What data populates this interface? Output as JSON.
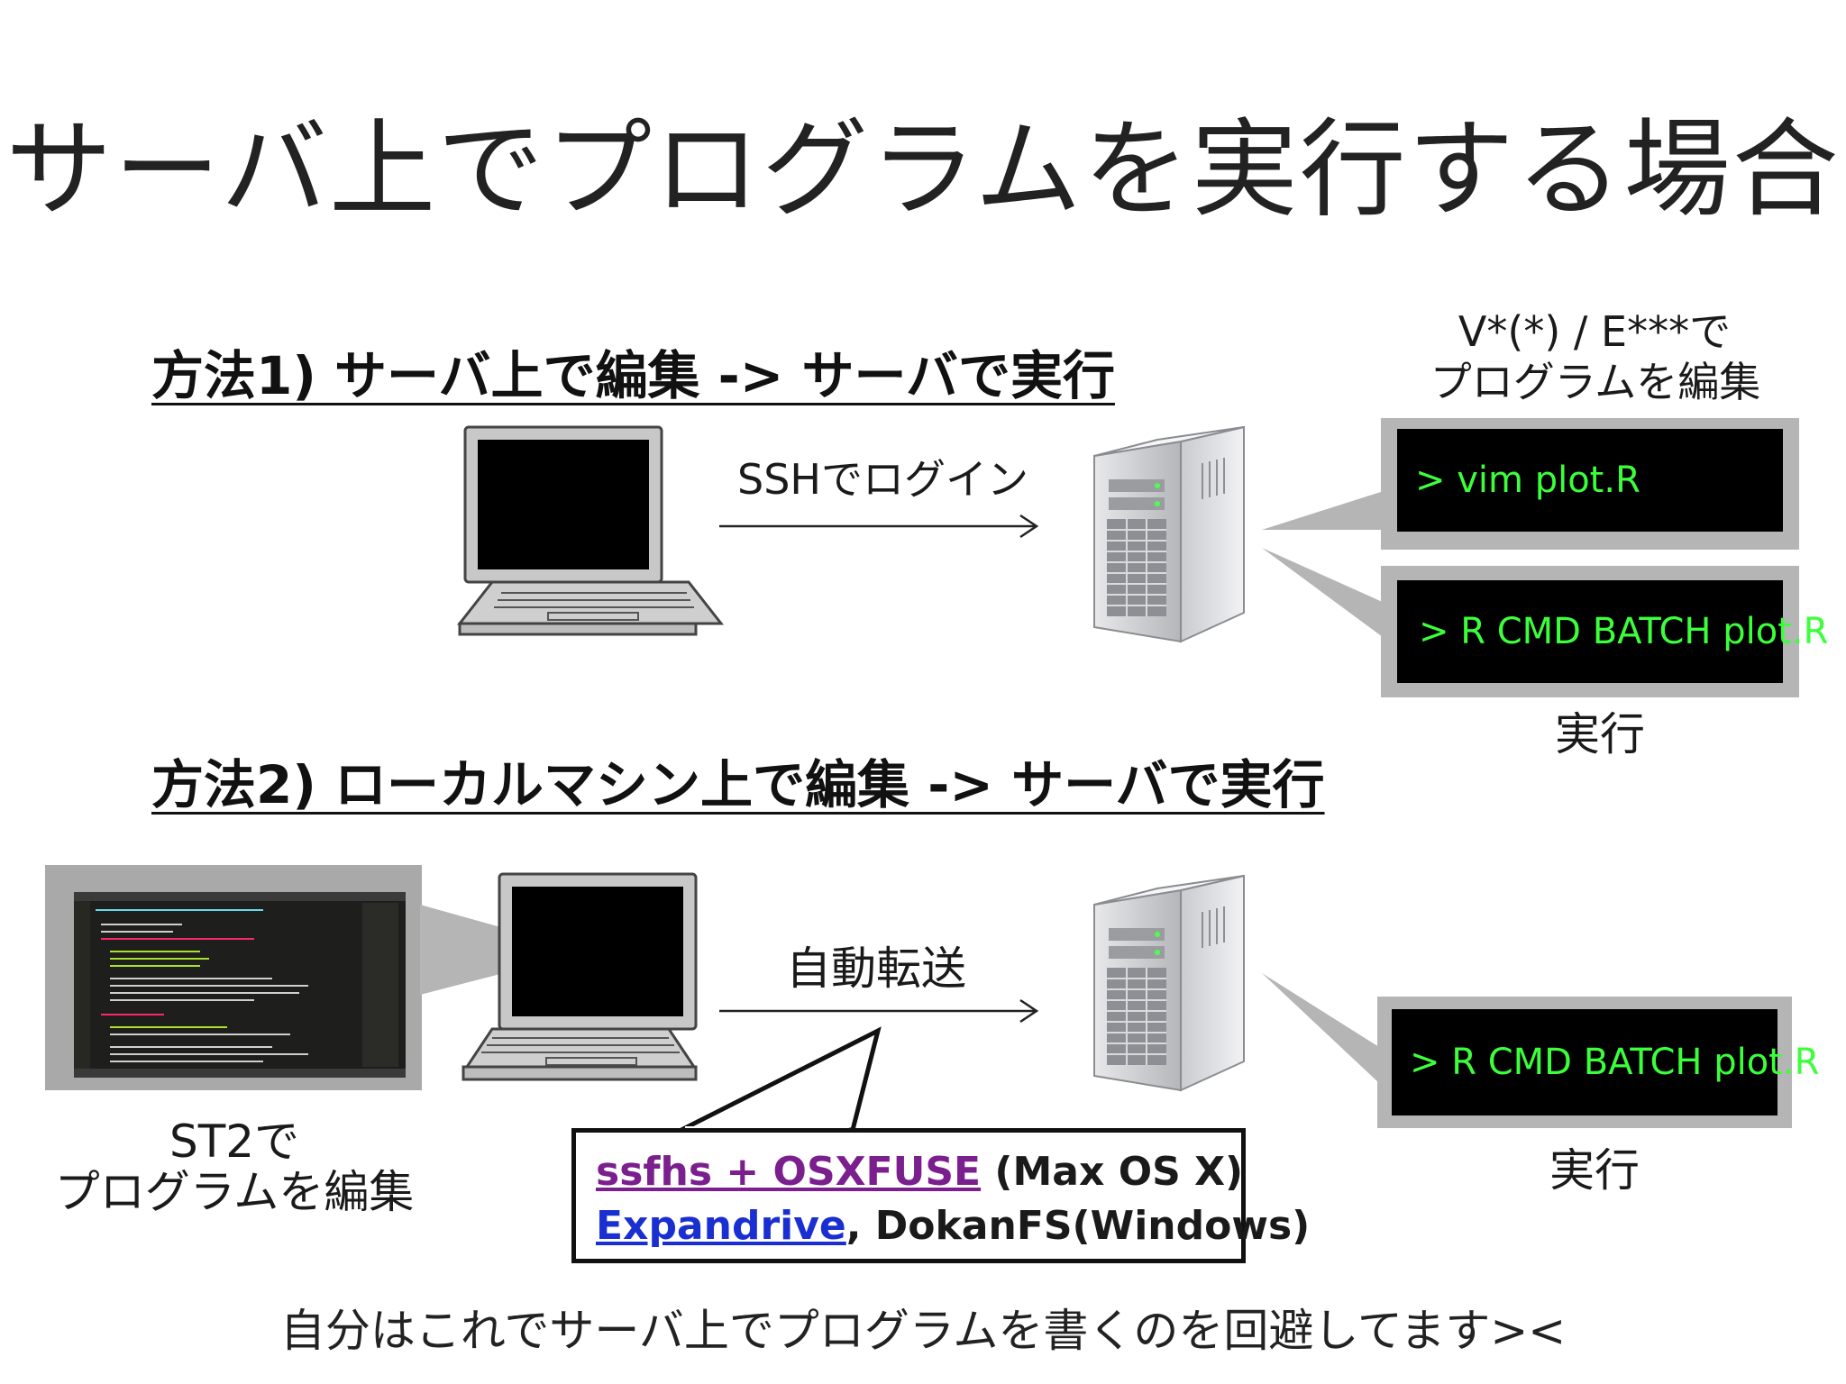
{
  "slide": {
    "title": "サーバ上でプログラムを実行する場合",
    "footer": "自分はこれでサーバ上でプログラムを書くのを回避してます><"
  },
  "method1": {
    "heading": "方法1) サーバ上で編集 -> サーバで実行",
    "arrow_label": "SSHでログイン",
    "editor_caption_line1": "V*(*) / E***で",
    "editor_caption_line2": "プログラムを編集",
    "terminal1": "> vim plot.R",
    "terminal2": "> R CMD BATCH plot.R",
    "exec_caption": "実行"
  },
  "method2": {
    "heading": "方法2) ローカルマシン上で編集 -> サーバで実行",
    "arrow_label": "自動転送",
    "editor_caption_line1": "ST2で",
    "editor_caption_line2": "プログラムを編集",
    "terminal": "> R CMD BATCH plot.R",
    "exec_caption": "実行",
    "callout_link1": "ssfhs + OSXFUSE",
    "callout_text1": " (Max OS X)",
    "callout_link2": "Expandrive",
    "callout_text2": ",   DokanFS(Windows)"
  },
  "colors": {
    "terminal_text": "#3cff3c",
    "link_purple": "#7b1f8e",
    "link_blue": "#1a2fd1"
  }
}
